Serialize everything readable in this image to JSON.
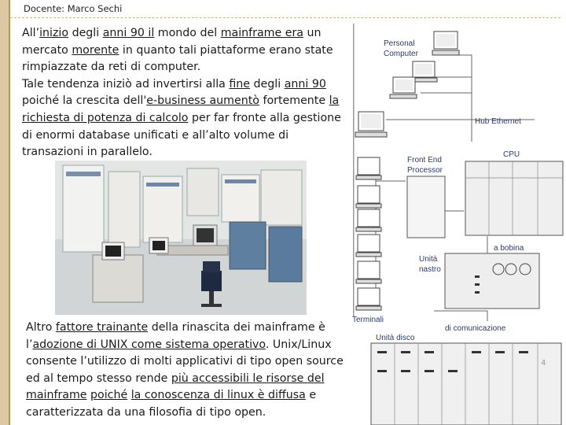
{
  "header": {
    "author": "Docente: Marco Sechi"
  },
  "paragraph1": {
    "s1": "All’",
    "s2": "inizio",
    "s3": " degli ",
    "s4": "anni 90 il",
    "s5": " mondo del ",
    "s6": "mainframe era",
    "s7": " un mercato ",
    "s8": "morente",
    "s9": " in quanto tali piattaforme erano state rimpiazzate da reti di computer.",
    "s10": "Tale tendenza iniziò ad invertirsi alla ",
    "s11": "fine",
    "s12": " degli ",
    "s13": "anni 90",
    "s14": " poiché la crescita dell'",
    "s15": "e-business aumentò",
    "s16": " fortemente ",
    "s17": "la richiesta di potenza di calcolo",
    "s18": " per far fronte alla gestione di enormi database unificati e all’alto volume di transazioni in parallelo."
  },
  "paragraph2": {
    "s1": "Altro ",
    "s2": "fattore trainante",
    "s3": " della rinascita dei mainframe è l’",
    "s4": "adozione di UNIX come sistema operativo",
    "s5": ". Unix/Linux consente l’utilizzo di molti applicativi di tipo open source ed al tempo stesso rende ",
    "s6": "più accessibili le risorse del mainframe",
    "s7": " ",
    "s8": "poiché",
    "s9": " ",
    "s10": "la conoscenza di linux è diffusa",
    "s11": " e caratterizzata da una filosofia di tipo open."
  },
  "diagram": {
    "personal_computer_l1": "Personal",
    "personal_computer_l2": "Computer",
    "hub": "Hub Ethernet",
    "front_end_l1": "Front End",
    "front_end_l2": "Processor",
    "cpu": "CPU",
    "tape_label": "a bobina",
    "tape_unit_l1": "Unità",
    "tape_unit_l2": "nastro",
    "terminals": "Terminali",
    "connection": "di comunicazione",
    "disk_unit": "Unità disco"
  },
  "page_number": "4"
}
